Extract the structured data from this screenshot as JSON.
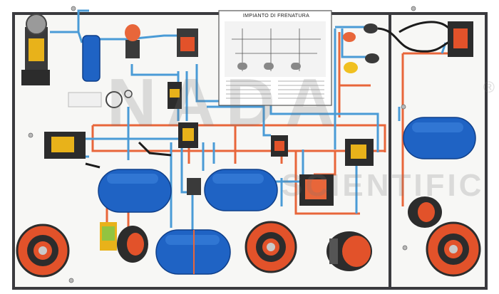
{
  "diagram_poster": {
    "title": "IMPIANTO DI FRENATURA"
  },
  "watermark": {
    "brand": "NADA",
    "subtitle": "SCIENTIFIC",
    "registered_mark": "®"
  },
  "colors": {
    "panel": "#f7f7f5",
    "frame": "#3a3a3e",
    "air_line_blue": "#4a9bd6",
    "air_line_orange": "#e8663a",
    "tank_blue": "#1f63c4",
    "brake_drum_orange": "#e2522a",
    "component_dark": "#2c2c2c"
  }
}
